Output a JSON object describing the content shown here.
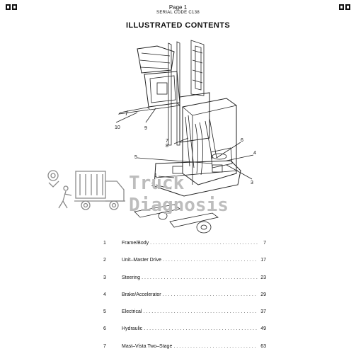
{
  "header": {
    "page_label": "Page 1",
    "serial_code": "SERIAL CODE C138"
  },
  "title": "ILLUSTRATED CONTENTS",
  "logo": {
    "icon": "hyster-logo-icon"
  },
  "watermark": {
    "line1": "Truck",
    "line2": "Diagnosis",
    "icon": "truck-mechanic-icon",
    "color": "#9a9a9a"
  },
  "illustration": {
    "icon": "forklift-truck-icon",
    "callouts": [
      "1",
      "2",
      "3",
      "4",
      "5",
      "6",
      "7",
      "8",
      "9",
      "10"
    ]
  },
  "toc": {
    "items": [
      {
        "num": "1",
        "title": "Frame/Body",
        "page": "7"
      },
      {
        "num": "2",
        "title": "Unit–Master Drive",
        "page": "17"
      },
      {
        "num": "3",
        "title": "Steering",
        "page": "23"
      },
      {
        "num": "4",
        "title": "Brake/Accelerator",
        "page": "29"
      },
      {
        "num": "5",
        "title": "Electrical",
        "page": "37"
      },
      {
        "num": "6",
        "title": "Hydraulic",
        "page": "49"
      },
      {
        "num": "7",
        "title": "Mast–Vista Two–Stage",
        "page": "63"
      }
    ]
  }
}
